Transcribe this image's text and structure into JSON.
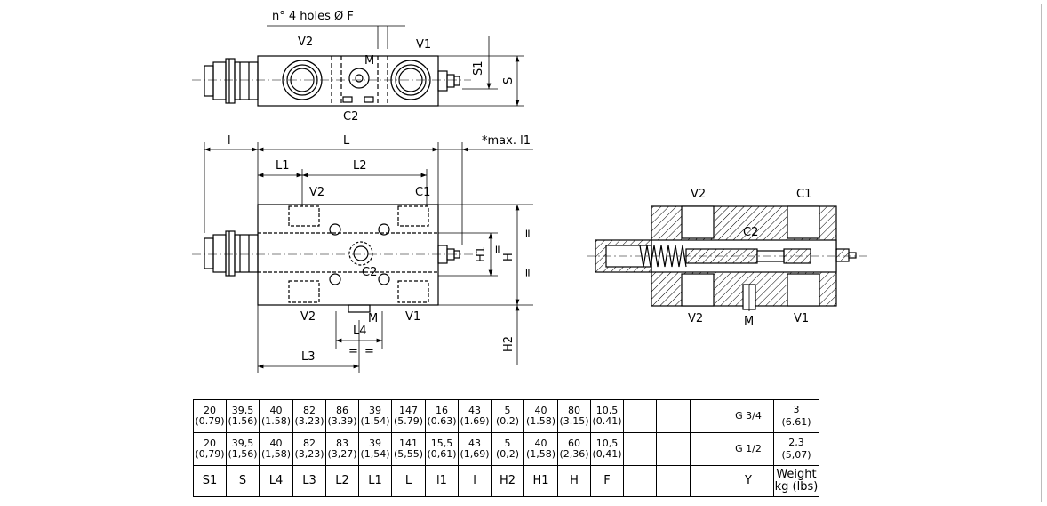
{
  "labels": {
    "holes": "n° 4 holes Ø F",
    "v1": "V1",
    "v2": "V2",
    "c1": "C1",
    "c2": "C2",
    "m": "M",
    "s": "S",
    "s1": "S1",
    "l_small": "l",
    "l_big": "L",
    "l1": "L1",
    "l2": "L2",
    "l3": "L3",
    "l4": "L4",
    "max_l1": "*max. l1",
    "h": "H",
    "h1": "H1",
    "h2": "H2",
    "eq": "="
  },
  "table": {
    "rows": [
      [
        "20",
        "(0.79)",
        "39,5",
        "(1.56)",
        "40",
        "(1.58)",
        "82",
        "(3.23)",
        "86",
        "(3.39)",
        "39",
        "(1.54)",
        "147",
        "(5.79)",
        "16",
        "(0.63)",
        "43",
        "(1.69)",
        "5",
        "(0.2)",
        "40",
        "(1.58)",
        "80",
        "(3.15)",
        "10,5",
        "(0.41)"
      ],
      [
        "20",
        "(0,79)",
        "39,5",
        "(1,56)",
        "40",
        "(1,58)",
        "82",
        "(3,23)",
        "83",
        "(3,27)",
        "39",
        "(1,54)",
        "141",
        "(5,55)",
        "15,5",
        "(0,61)",
        "43",
        "(1,69)",
        "5",
        "(0,2)",
        "40",
        "(1,58)",
        "60",
        "(2,36)",
        "10,5",
        "(0,41)"
      ]
    ],
    "row1": {
      "c1a": "20",
      "c1b": "(0.79)",
      "c2a": "39,5",
      "c2b": "(1.56)",
      "c3a": "40",
      "c3b": "(1.58)",
      "c4a": "82",
      "c4b": "(3.23)",
      "c5a": "86",
      "c5b": "(3.39)",
      "c6a": "39",
      "c6b": "(1.54)",
      "c7a": "147",
      "c7b": "(5.79)",
      "c8a": "16",
      "c8b": "(0.63)",
      "c9a": "43",
      "c9b": "(1.69)",
      "c10a": "5",
      "c10b": "(0.2)",
      "c11a": "40",
      "c11b": "(1.58)",
      "c12a": "80",
      "c12b": "(3.15)",
      "c13a": "10,5",
      "c13b": "(0.41)",
      "y": "G 3/4",
      "wa": "3",
      "wb": "(6.61)"
    },
    "row2": {
      "c1a": "20",
      "c1b": "(0,79)",
      "c2a": "39,5",
      "c2b": "(1,56)",
      "c3a": "40",
      "c3b": "(1,58)",
      "c4a": "82",
      "c4b": "(3,23)",
      "c5a": "83",
      "c5b": "(3,27)",
      "c6a": "39",
      "c6b": "(1,54)",
      "c7a": "141",
      "c7b": "(5,55)",
      "c8a": "15,5",
      "c8b": "(0,61)",
      "c9a": "43",
      "c9b": "(1,69)",
      "c10a": "5",
      "c10b": "(0,2)",
      "c11a": "40",
      "c11b": "(1,58)",
      "c12a": "60",
      "c12b": "(2,36)",
      "c13a": "10,5",
      "c13b": "(0,41)",
      "y": "G 1/2",
      "wa": "2,3",
      "wb": "(5,07)"
    },
    "header": {
      "h1": "S1",
      "h2": "S",
      "h3": "L4",
      "h4": "L3",
      "h5": "L2",
      "h6": "L1",
      "h7": "L",
      "h8": "l1",
      "h9": "l",
      "h10": "H2",
      "h11": "H1",
      "h12": "H",
      "h13": "F",
      "y": "Y",
      "wa": "Weight",
      "wb": "kg (lbs)"
    }
  }
}
